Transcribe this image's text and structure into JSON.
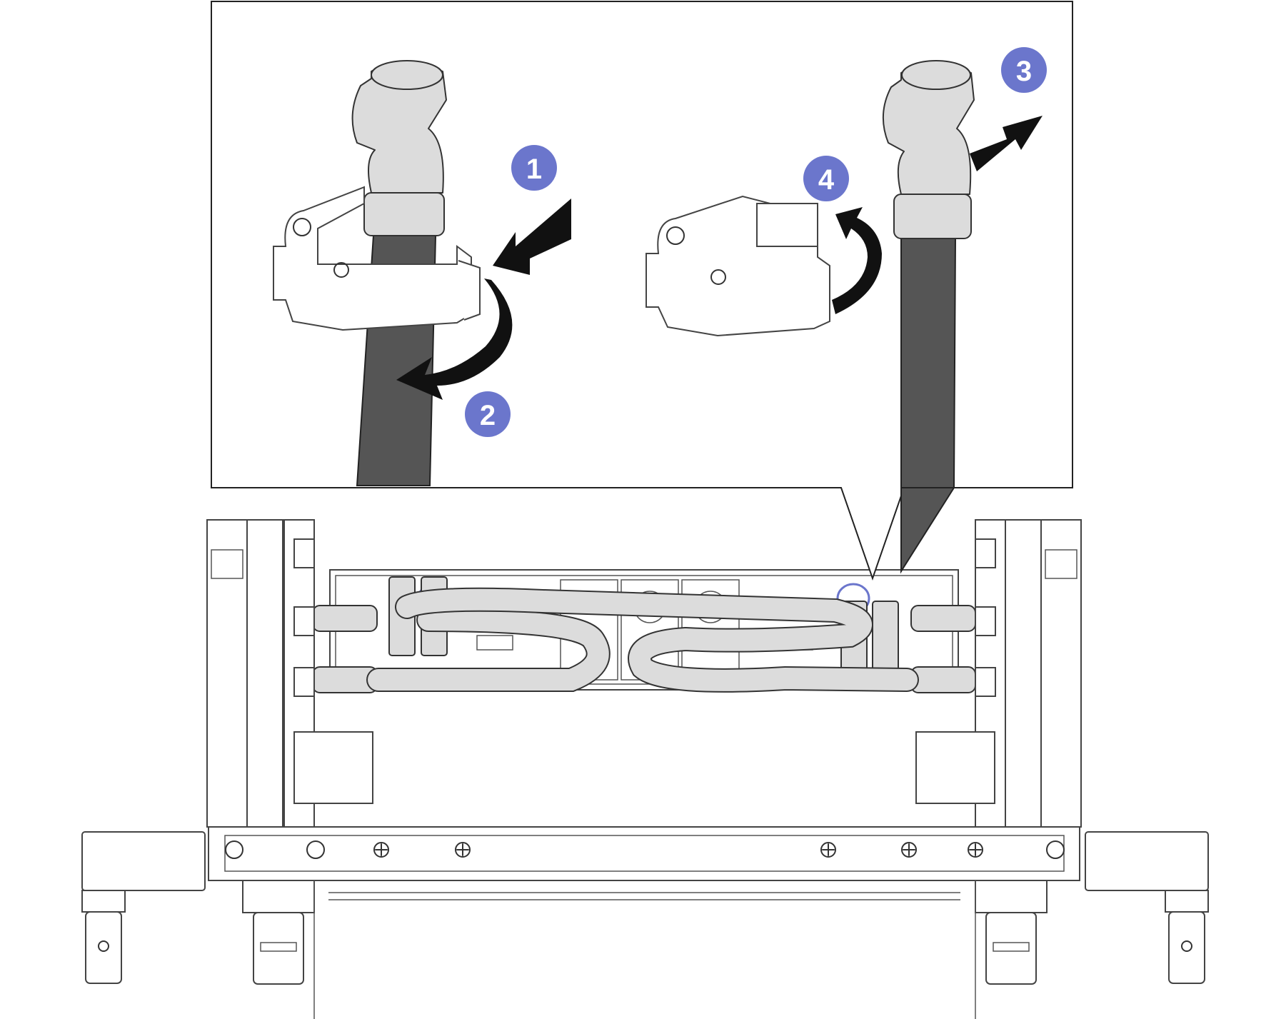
{
  "steps": [
    {
      "id": "step-1",
      "label": "1"
    },
    {
      "id": "step-2",
      "label": "2"
    },
    {
      "id": "step-3",
      "label": "3"
    },
    {
      "id": "step-4",
      "label": "4"
    }
  ],
  "colors": {
    "badge": "#6b76cc",
    "hose": "#555555",
    "hose_fitting": "#dcdcdc",
    "line_art": "#333333",
    "accent_ring": "#6b76cc"
  },
  "icons": {
    "push_arrow": "arrow-left-icon",
    "rotate_arrow": "curved-arrow-icon",
    "pull_arrow": "arrow-right-icon"
  }
}
